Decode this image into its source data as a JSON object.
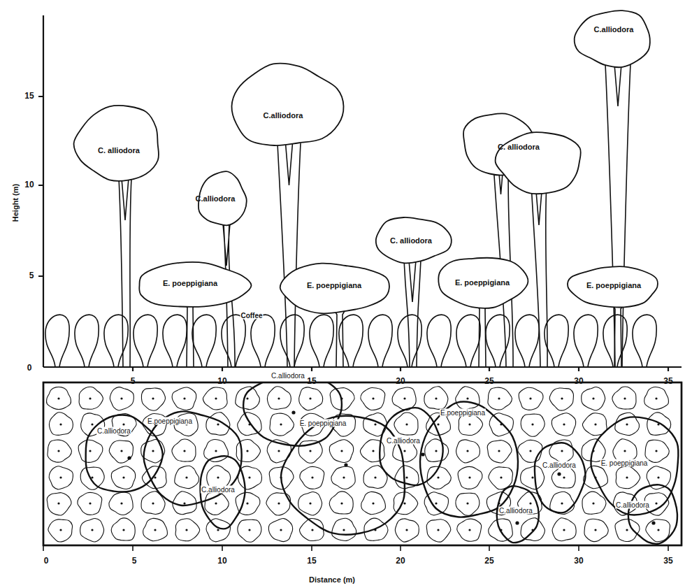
{
  "diagram": {
    "labels": [
      "C. alliodora",
      "C.alliodora",
      "C.alliodora",
      "C. alliodora",
      "C. alliodora",
      "C.alliodora",
      "E. poeppigiana",
      "E. poeppigiana",
      "E. poeppigiana",
      "E. poeppigiana",
      "Coffee",
      "Height (m)",
      "0",
      "5",
      "10",
      "15",
      "5",
      "10",
      "15",
      "20",
      "25",
      "30",
      "35",
      "C.alliodora",
      "E.poeppigiana",
      "C.alliodora",
      "C.alliodora",
      "E. poeppigiana",
      "C.alliodora",
      "E.poeppigiana",
      "C.alliodora",
      "C.alliodora",
      "E. poeppigiana",
      "C.alliodora",
      "0",
      "5",
      "10",
      "15",
      "20",
      "25",
      "30",
      "35",
      "Distance (m)"
    ]
  }
}
